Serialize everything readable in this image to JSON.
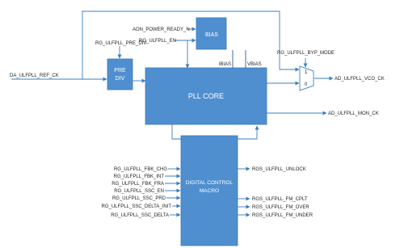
{
  "blocks": {
    "bias": "BIAS",
    "pre_div_line1": "PRE",
    "pre_div_line2": "DIV",
    "pll_core": "PLL CORE",
    "dcm_line1": "DIGITAL CONTROL",
    "dcm_line2": "MACRO",
    "mux_in1": "1",
    "mux_in0": "0"
  },
  "signals": {
    "ref_ck": "DA_ULFPLL_REF_CK",
    "pre_div_cfg": "RG_ULFPLL_PRE_DIV",
    "aon_ready": "AON_POWER_READY_N",
    "pll_en": "RG_ULFPLL_EN",
    "ibias": "IBIAS",
    "vbias": "VBIAS",
    "byp_mode": "RG_ULFPLL_BYP_MODE",
    "vco_ck": "AD_ULFPLL_VCO_CK",
    "mon_ck": "AD_ULFPLL_MON_CK",
    "unlock": "RGS_ULFPLL_UNLOCK",
    "dcm_inputs": [
      "RG_ULFPLL_FBK_CHG",
      "RG_ULFPLL_FBK_INT",
      "RG_ULFPLL_FBK_FRA",
      "RG_ULFPLL_SSC_EN",
      "RG_ULFPLL_SSC_PRD",
      "RG_ULFPLL_SSC_DELTA_INIT",
      "RG_ULFPLL_SSC_DELTA"
    ],
    "dcm_outputs": [
      "RGS_ULFPLL_FM_CPLT",
      "RGS_ULFPLL_FM_OVER",
      "RGS_ULFPLL_FM_UNDER"
    ]
  }
}
